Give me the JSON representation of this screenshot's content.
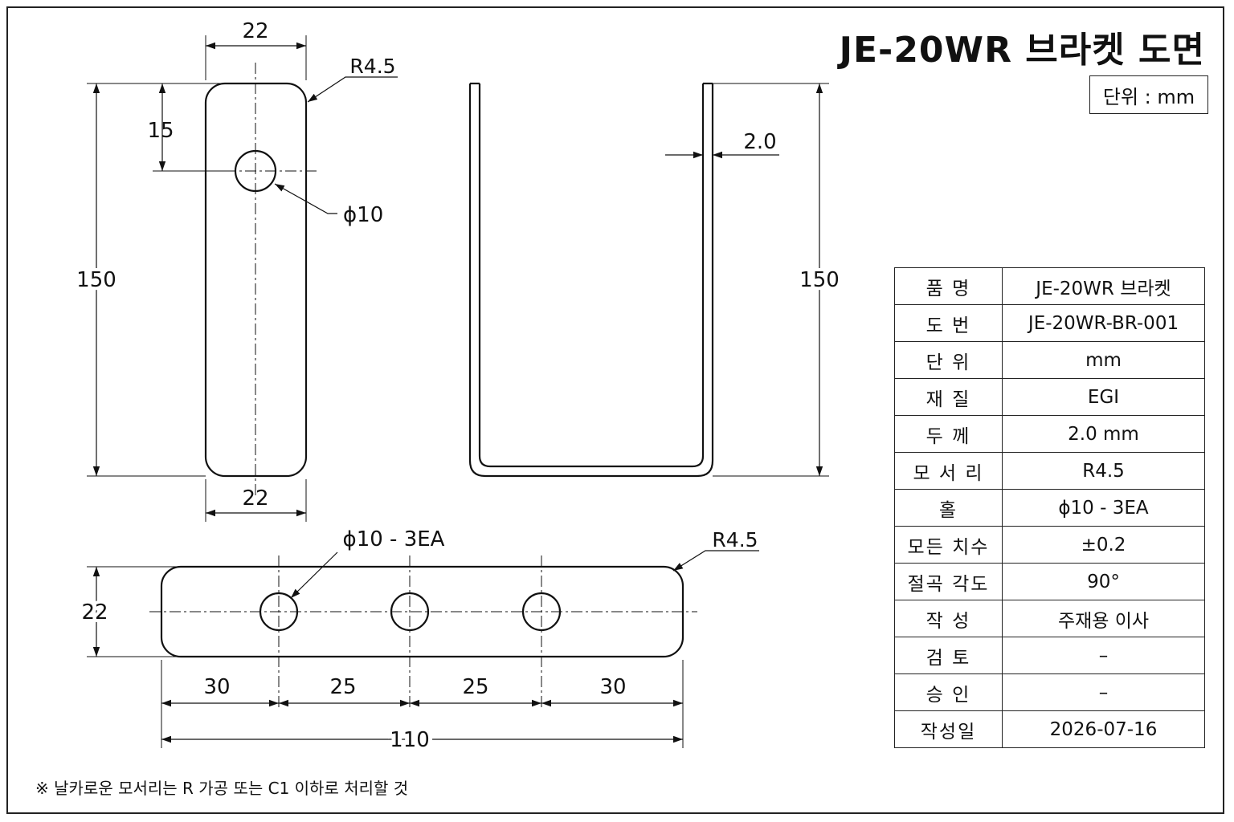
{
  "title": "JE-20WR 브라켓 도면",
  "unit_label": "단위 : mm",
  "front_view": {
    "width_top": "22",
    "width_bottom": "22",
    "corner_radius": "R4.5",
    "hole_offset": "15",
    "hole_dia": "ϕ10",
    "height": "150"
  },
  "side_view": {
    "thickness": "2.0",
    "height": "150"
  },
  "bottom_view": {
    "holes_label": "ϕ10 - 3EA",
    "corner_radius": "R4.5",
    "height": "22",
    "spacing": [
      "30",
      "25",
      "25",
      "30"
    ],
    "total_length": "110"
  },
  "info_table": [
    {
      "key": "품  명",
      "value": "JE-20WR 브라켓"
    },
    {
      "key": "도  번",
      "value": "JE-20WR-BR-001"
    },
    {
      "key": "단  위",
      "value": "mm"
    },
    {
      "key": "재  질",
      "value": "EGI"
    },
    {
      "key": "두  께",
      "value": "2.0 mm"
    },
    {
      "key": "모 서 리",
      "value": "R4.5"
    },
    {
      "key": "홀",
      "value": "ϕ10 - 3EA"
    },
    {
      "key": "모든 치수",
      "value": "±0.2"
    },
    {
      "key": "절곡 각도",
      "value": "90°"
    },
    {
      "key": "작 성",
      "value": "주재용 이사"
    },
    {
      "key": "검 토",
      "value": "–"
    },
    {
      "key": "승 인",
      "value": "–"
    },
    {
      "key": "작성일",
      "value": "2026-07-16"
    }
  ],
  "note": "※ 날카로운 모서리는 R 가공 또는 C1 이하로 처리할 것"
}
